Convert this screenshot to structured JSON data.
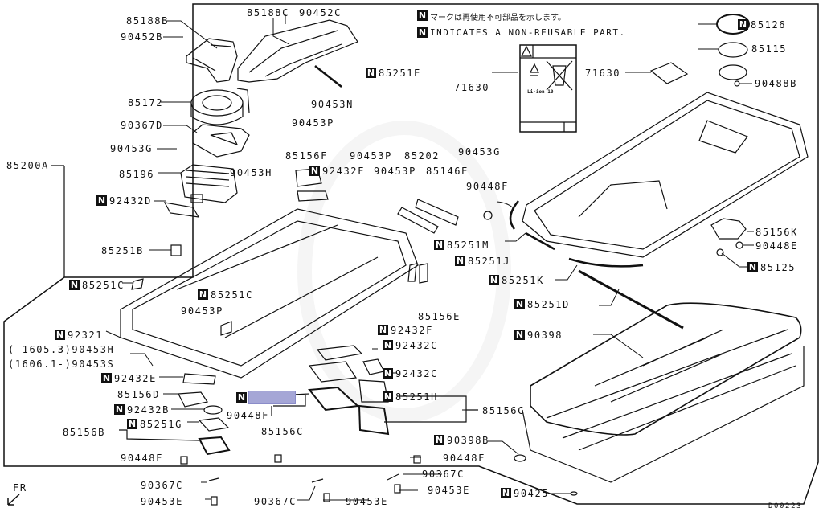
{
  "notes": {
    "jp": "マークは再使用不可部品を示します。",
    "en": "INDICATES A NON-REUSABLE PART.",
    "n_mark": "N"
  },
  "diagram_id": "D00223",
  "orientation": {
    "label": "FR",
    "icon": "arrow-down-left-icon"
  },
  "labels": [
    {
      "id": "85188B",
      "text": "85188B",
      "nonreusable": false
    },
    {
      "id": "90452B",
      "text": "90452B",
      "nonreusable": false
    },
    {
      "id": "85188C",
      "text": "85188C",
      "nonreusable": false
    },
    {
      "id": "90452C",
      "text": "90452C",
      "nonreusable": false
    },
    {
      "id": "85251E",
      "text": "85251E",
      "nonreusable": true
    },
    {
      "id": "90453N",
      "text": "90453N",
      "nonreusable": false
    },
    {
      "id": "85172",
      "text": "85172",
      "nonreusable": false
    },
    {
      "id": "90367D",
      "text": "90367D",
      "nonreusable": false
    },
    {
      "id": "90453P_top",
      "text": "90453P",
      "nonreusable": false
    },
    {
      "id": "90453G_left",
      "text": "90453G",
      "nonreusable": false
    },
    {
      "id": "85200A",
      "text": "85200A",
      "nonreusable": false
    },
    {
      "id": "85196",
      "text": "85196",
      "nonreusable": false
    },
    {
      "id": "90453H_top",
      "text": "90453H",
      "nonreusable": false
    },
    {
      "id": "92432D",
      "text": "92432D",
      "nonreusable": true
    },
    {
      "id": "85251B",
      "text": "85251B",
      "nonreusable": false
    },
    {
      "id": "85251C_left",
      "text": "85251C",
      "nonreusable": true
    },
    {
      "id": "85251C_mid",
      "text": "85251C",
      "nonreusable": true
    },
    {
      "id": "90453P_mid",
      "text": "90453P",
      "nonreusable": false
    },
    {
      "id": "92321",
      "text": "92321",
      "nonreusable": true
    },
    {
      "id": "90453H_range",
      "text": "(-1605.3)90453H",
      "nonreusable": false
    },
    {
      "id": "90453S_range",
      "text": "(1606.1-)90453S",
      "nonreusable": false
    },
    {
      "id": "92432E",
      "text": "92432E",
      "nonreusable": true
    },
    {
      "id": "85156D",
      "text": "85156D",
      "nonreusable": false
    },
    {
      "id": "92432B",
      "text": "92432B",
      "nonreusable": true
    },
    {
      "id": "85251G",
      "text": "85251G",
      "nonreusable": true
    },
    {
      "id": "85156B",
      "text": "85156B",
      "nonreusable": false
    },
    {
      "id": "90448F_left",
      "text": "90448F",
      "nonreusable": false
    },
    {
      "id": "90367C_left",
      "text": "90367C",
      "nonreusable": false
    },
    {
      "id": "90453E_left",
      "text": "90453E",
      "nonreusable": false
    },
    {
      "id": "85156F",
      "text": "85156F",
      "nonreusable": false
    },
    {
      "id": "92432F_top",
      "text": "92432F",
      "nonreusable": true
    },
    {
      "id": "90453P_a",
      "text": "90453P",
      "nonreusable": false
    },
    {
      "id": "90453P_b",
      "text": "90453P",
      "nonreusable": false
    },
    {
      "id": "85202",
      "text": "85202",
      "nonreusable": false
    },
    {
      "id": "85146E",
      "text": "85146E",
      "nonreusable": false
    },
    {
      "id": "90448F_top",
      "text": "90448F",
      "nonreusable": false
    },
    {
      "id": "90453G_right",
      "text": "90453G",
      "nonreusable": false
    },
    {
      "id": "85251M",
      "text": "85251M",
      "nonreusable": true
    },
    {
      "id": "85251J",
      "text": "85251J",
      "nonreusable": true
    },
    {
      "id": "85251K",
      "text": "85251K",
      "nonreusable": true
    },
    {
      "id": "85251D",
      "text": "85251D",
      "nonreusable": true
    },
    {
      "id": "85156E",
      "text": "85156E",
      "nonreusable": false
    },
    {
      "id": "92432F_mid",
      "text": "92432F",
      "nonreusable": true
    },
    {
      "id": "92432C_a",
      "text": "92432C",
      "nonreusable": true
    },
    {
      "id": "92432C_b",
      "text": "92432C",
      "nonreusable": true
    },
    {
      "id": "85251H",
      "text": "85251H",
      "nonreusable": true
    },
    {
      "id": "85156C_right",
      "text": "85156C",
      "nonreusable": false
    },
    {
      "id": "redacted",
      "text": "",
      "nonreusable": true
    },
    {
      "id": "90448F_mid",
      "text": "90448F",
      "nonreusable": false
    },
    {
      "id": "85156C_mid",
      "text": "85156C",
      "nonreusable": false
    },
    {
      "id": "90367C_mid",
      "text": "90367C",
      "nonreusable": false
    },
    {
      "id": "90453E_mid",
      "text": "90453E",
      "nonreusable": false
    },
    {
      "id": "90448F_bottom",
      "text": "90448F",
      "nonreusable": false
    },
    {
      "id": "90367C_right",
      "text": "90367C",
      "nonreusable": false
    },
    {
      "id": "90453E_right",
      "text": "90453E",
      "nonreusable": false
    },
    {
      "id": "90398B",
      "text": "90398B",
      "nonreusable": true
    },
    {
      "id": "90398",
      "text": "90398",
      "nonreusable": true
    },
    {
      "id": "90425",
      "text": "90425",
      "nonreusable": true
    },
    {
      "id": "71630_label",
      "text": "71630",
      "nonreusable": false
    },
    {
      "id": "71630_sticker",
      "text": "71630",
      "nonreusable": false
    },
    {
      "id": "85126",
      "text": "85126",
      "nonreusable": true
    },
    {
      "id": "85115",
      "text": "85115",
      "nonreusable": false
    },
    {
      "id": "90488B",
      "text": "90488B",
      "nonreusable": false
    },
    {
      "id": "85156K",
      "text": "85156K",
      "nonreusable": false
    },
    {
      "id": "90448E",
      "text": "90448E",
      "nonreusable": false
    },
    {
      "id": "85125",
      "text": "85125",
      "nonreusable": true
    }
  ],
  "warning_label": {
    "text": "Li-ion 10",
    "icons": [
      "warning-triangle-icon",
      "recycle-icon",
      "crossed-bin-icon"
    ]
  }
}
